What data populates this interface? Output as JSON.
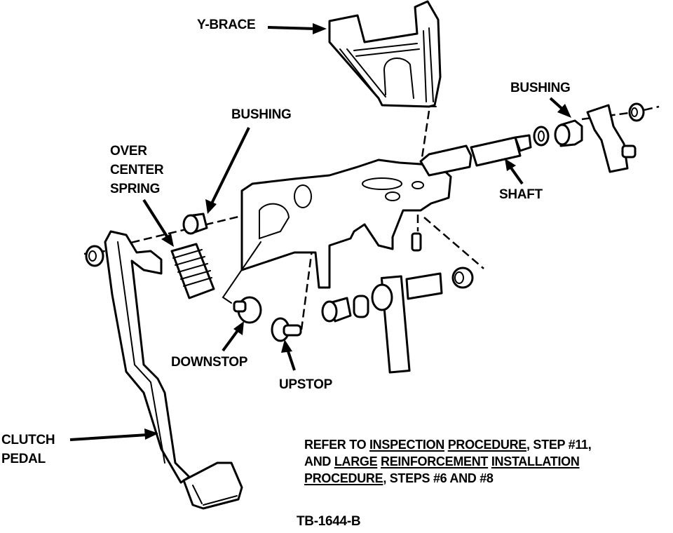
{
  "diagram": {
    "title": "Clutch pedal assembly exploded view",
    "figure_id": "TB-1644-B",
    "labels": {
      "y_brace": "Y-BRACE",
      "bushing_right": "BUSHING",
      "bushing_left": "BUSHING",
      "over_center_spring": [
        "OVER",
        "CENTER",
        "SPRING"
      ],
      "shaft": "SHAFT",
      "downstop": "DOWNSTOP",
      "upstop": "UPSTOP",
      "clutch_pedal": [
        "CLUTCH",
        "PEDAL"
      ]
    },
    "note": {
      "line1": {
        "prefix": "REFER TO ",
        "link1": "INSPECTION",
        "sp1": " ",
        "link2": "PROCEDURE",
        "suffix": ", STEP #11,"
      },
      "line2": {
        "prefix": "AND ",
        "link1": "LARGE",
        "sp1": " ",
        "link2": "REINFORCEMENT",
        "sp2": " ",
        "link3": "INSTALLATION"
      },
      "line3": {
        "link1": "PROCEDURE",
        "suffix": ", STEPS #6 AND #8"
      }
    }
  }
}
